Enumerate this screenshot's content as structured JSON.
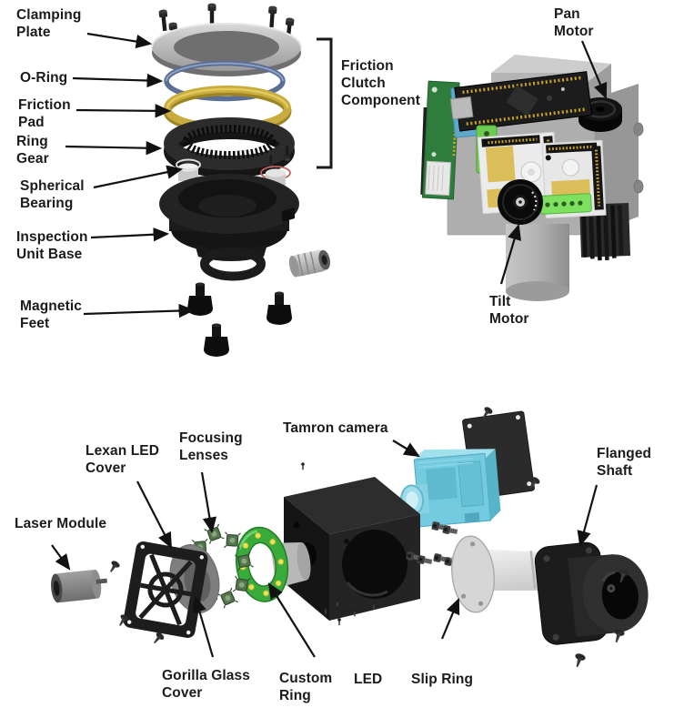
{
  "diagram": {
    "type": "exploded-view technical diagram",
    "top_left": {
      "labels": [
        {
          "id": "clamping-plate",
          "text": "Clamping\nPlate"
        },
        {
          "id": "o-ring",
          "text": "O-Ring"
        },
        {
          "id": "friction-pad",
          "text": "Friction\nPad"
        },
        {
          "id": "ring-gear",
          "text": "Ring\nGear"
        },
        {
          "id": "spherical-bearing",
          "text": "Spherical\nBearing"
        },
        {
          "id": "inspection-unit-base",
          "text": "Inspection\nUnit Base"
        },
        {
          "id": "magnetic-feet",
          "text": "Magnetic\nFeet"
        }
      ],
      "bracket_label": "Friction\nClutch\nComponent"
    },
    "top_right": {
      "labels": [
        {
          "id": "pan-motor",
          "text": "Pan\nMotor"
        },
        {
          "id": "tilt-motor",
          "text": "Tilt\nMotor"
        }
      ]
    },
    "bottom": {
      "labels": [
        {
          "id": "laser-module",
          "text": "Laser Module"
        },
        {
          "id": "lexan-led-cover",
          "text": "Lexan LED\nCover"
        },
        {
          "id": "focusing-lenses",
          "text": "Focusing\nLenses"
        },
        {
          "id": "tamron-camera",
          "text": "Tamron camera"
        },
        {
          "id": "flanged-shaft",
          "text": "Flanged\nShaft"
        },
        {
          "id": "gorilla-glass-cover",
          "text": "Gorilla Glass\nCover"
        },
        {
          "id": "custom-ring",
          "text": "Custom\nRing"
        },
        {
          "id": "led",
          "text": "LED"
        },
        {
          "id": "slip-ring",
          "text": "Slip Ring"
        }
      ]
    },
    "colors": {
      "background": "#FFFFFF",
      "label_text": "#1B1B1B",
      "o_ring": "#5B6E94",
      "friction_pad": "#C9AC3E",
      "custom_ring_pcb": "#39AB3B",
      "led_dot": "#E9E44F",
      "camera_body": "#74CADE",
      "pcb_green": "#2F7D3C",
      "terminal_green": "#6ECB52",
      "driver_board": "#EBEBEB",
      "metal_gray": "#B5B5B5",
      "part_black": "#1C1C1C"
    }
  }
}
